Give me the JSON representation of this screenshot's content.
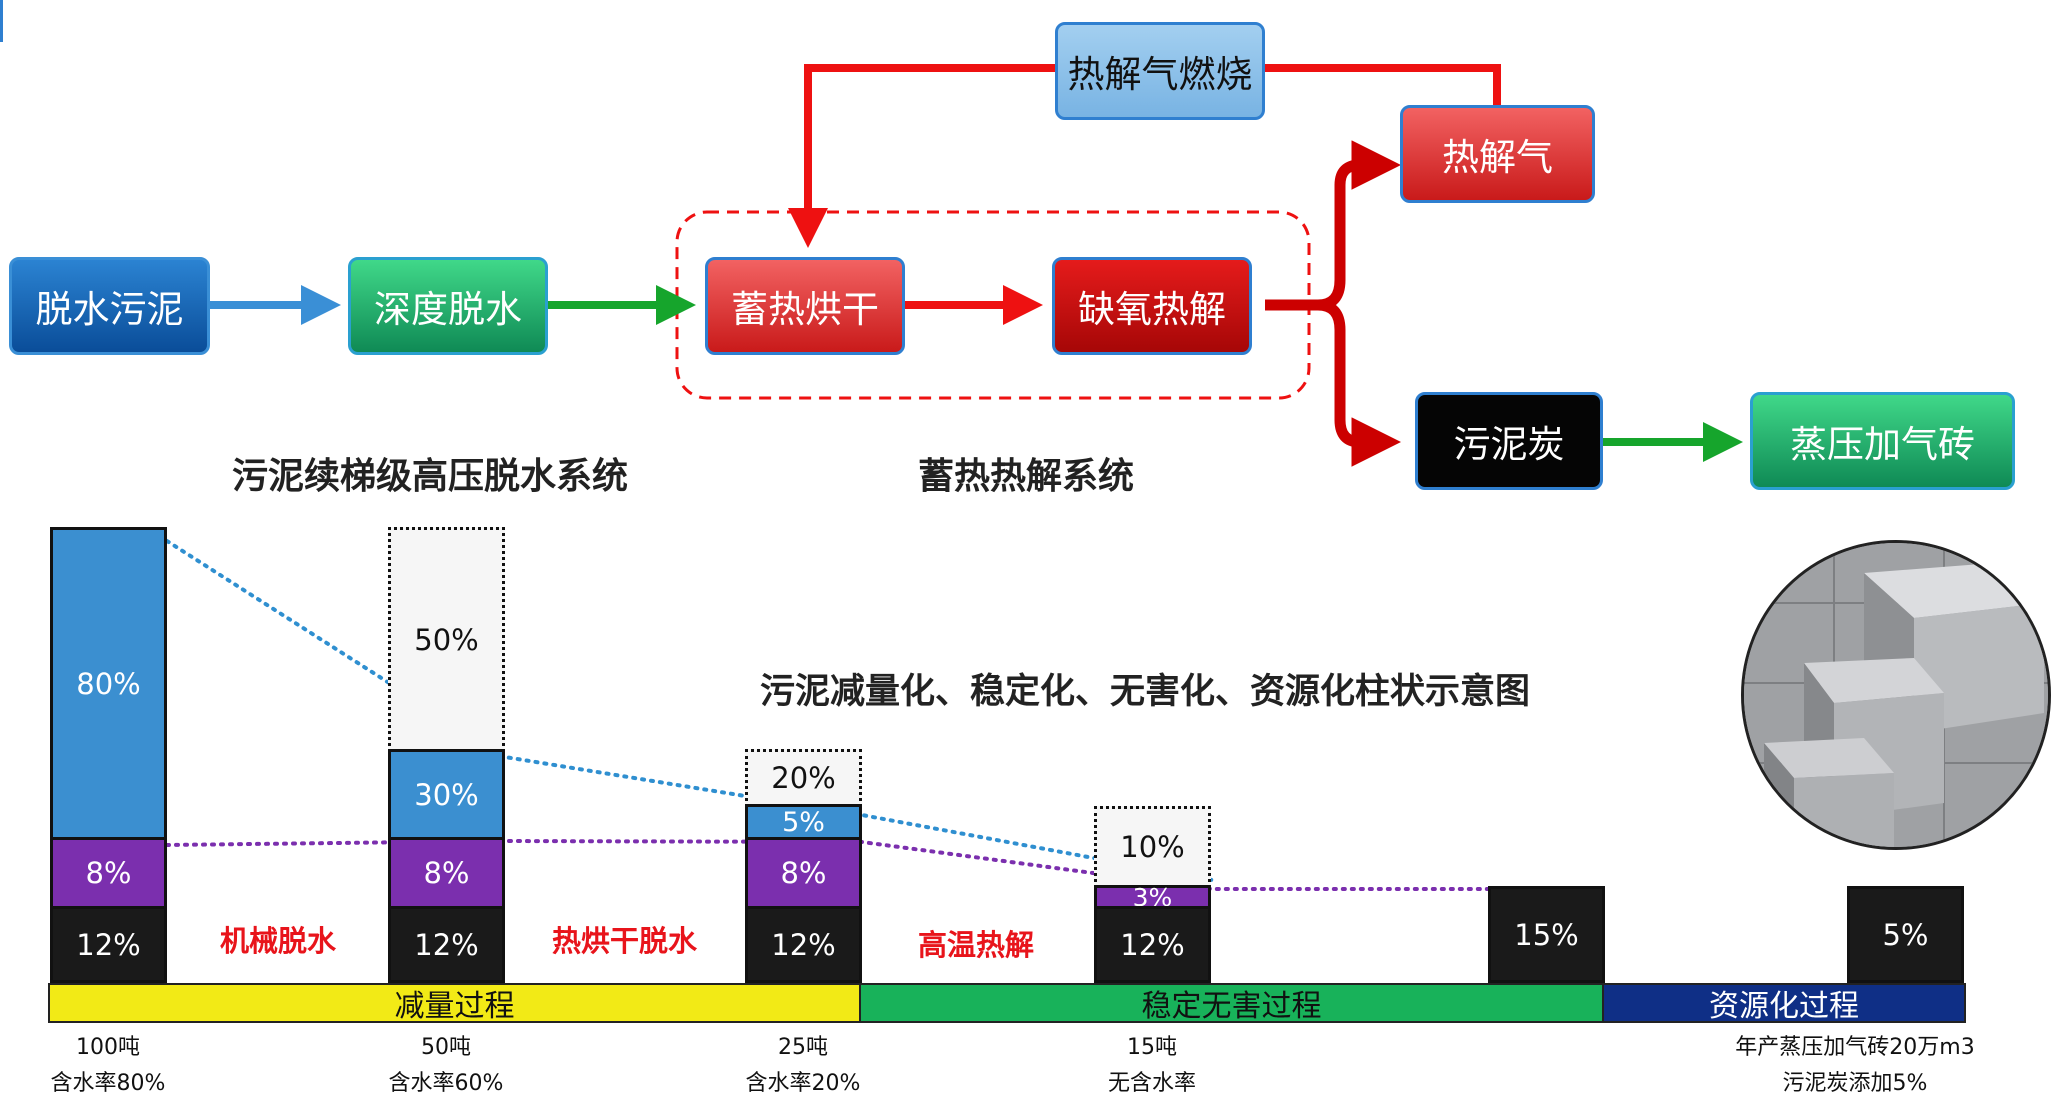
{
  "flow": {
    "nodes": {
      "dewatered_sludge": "脱水污泥",
      "deep_dewatering": "深度脱水",
      "regenerative_drying": "蓄热烘干",
      "anoxic_pyrolysis": "缺氧热解",
      "pyrolysis_gas_combustion": "热解气燃烧",
      "pyrolysis_gas": "热解气",
      "sludge_char": "污泥炭",
      "autoclaved_brick": "蒸压加气砖"
    },
    "system_labels": {
      "dewatering_system": "污泥续梯级高压脱水系统",
      "pyrolysis_system": "蓄热热解系统"
    }
  },
  "chart": {
    "title": "污泥减量化、稳定化、无害化、资源化柱状示意图",
    "stage_labels": {
      "mechanical": "机械脱水",
      "drying": "热烘干脱水",
      "pyrolysis": "高温热解"
    },
    "bands": {
      "reduction": "减量过程",
      "stabilization": "稳定无害过程",
      "resource": "资源化过程"
    },
    "colors": {
      "water": "#3b8fd0",
      "organic": "#7b2fae",
      "inorganic": "#1a1a1a",
      "removed": "#f6f6f6"
    }
  },
  "chart_data": {
    "type": "bar",
    "categories": [
      "100吨",
      "50吨",
      "25吨",
      "15吨",
      "",
      ""
    ],
    "columns": [
      {
        "id": "c1",
        "segments": {
          "inorganic": "12%",
          "organic": "8%",
          "water": "80%"
        },
        "caption": [
          "100吨",
          "含水率80%"
        ]
      },
      {
        "id": "c2",
        "segments": {
          "inorganic": "12%",
          "organic": "8%",
          "water": "30%",
          "removed": "50%"
        },
        "caption": [
          "50吨",
          "含水率60%"
        ]
      },
      {
        "id": "c3",
        "segments": {
          "inorganic": "12%",
          "organic": "8%",
          "water": "5%",
          "removed": "20%"
        },
        "caption": [
          "25吨",
          "含水率20%"
        ]
      },
      {
        "id": "c4",
        "segments": {
          "inorganic": "12%",
          "organic": "3%",
          "removed": "10%"
        },
        "caption": [
          "15吨",
          "无含水率"
        ]
      },
      {
        "id": "c5",
        "segments": {
          "inorganic": "15%"
        },
        "caption": []
      },
      {
        "id": "c6",
        "segments": {
          "inorganic": "5%"
        },
        "caption": [
          "年产蒸压加气砖20万m3",
          "污泥炭添加5%"
        ]
      }
    ]
  }
}
